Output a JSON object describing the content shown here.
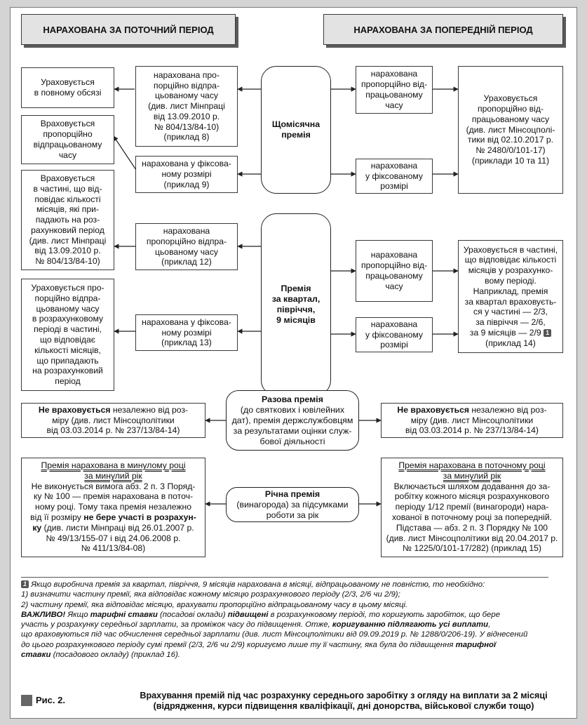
{
  "header": {
    "left": "НАРАХОВАНА ЗА ПОТОЧНИЙ ПЕРІОД",
    "right": "НАРАХОВАНА ЗА ПОПЕРЕДНІЙ ПЕРІОД"
  },
  "monthly": {
    "center": [
      "Щомісячна",
      "премія"
    ],
    "current_proportional": [
      "нарахована про-",
      "порційно відпра-",
      "цьованому часу",
      "(див. лист Мінпраці",
      "від 13.09.2010 р.",
      "№ 804/13/84-10)",
      "(приклад 8)"
    ],
    "current_fixed": [
      "нарахована у фіксова-",
      "ному розмірі",
      "(приклад 9)"
    ],
    "result_full": [
      "Ураховується",
      "в повному обсязі"
    ],
    "result_proportional": [
      "Враховується",
      "пропорційно",
      "відпрацьованому",
      "часу"
    ],
    "prev_proportional": [
      "нарахована",
      "пропорційно від-",
      "працьованому",
      "часу"
    ],
    "prev_fixed": [
      "нарахована",
      "у фіксованому",
      "розмірі"
    ],
    "prev_result": [
      "Ураховується",
      "пропорційно від-",
      "працьованому часу",
      "(див. лист Мінсоцполі-",
      "тики від 02.10.2017 р.",
      "№ 2480/0/101-17)",
      "(приклади 10 та 11)"
    ]
  },
  "quarter": {
    "center": [
      "Премія",
      "за квартал,",
      "півріччя,",
      "9 місяців"
    ],
    "current_proportional": [
      "нарахована",
      "пропорційно відпра-",
      "цьованому часу",
      "(приклад 12)"
    ],
    "current_fixed": [
      "нарахована у фіксова-",
      "ному розмірі",
      "(приклад 13)"
    ],
    "result_part": [
      "Враховується",
      "в частині, що від-",
      "повідає кількості",
      "місяців, які при-",
      "падають на роз-",
      "рахунковий період",
      "(див. лист Мінпраці",
      "від 13.09.2010 р.",
      "№ 804/13/84-10)"
    ],
    "result_proportional": [
      "Ураховується про-",
      "порційно відпра-",
      "цьованому часу",
      "в розрахунковому",
      "періоді в частині,",
      "що відповідає",
      "кількості місяців,",
      "що припадають",
      "на розрахунковий",
      "період"
    ],
    "prev_proportional": [
      "нарахована",
      "пропорційно від-",
      "працьованому",
      "часу"
    ],
    "prev_fixed": [
      "нарахована",
      "у фіксованому",
      "розмірі"
    ],
    "prev_result": [
      "Ураховується в частині,",
      "що відповідає кількості",
      "місяців у розрахунко-",
      "вому періоді.",
      "Наприклад, премія",
      "за квартал враховуєть-",
      "ся у частині — 2/3,",
      "за півріччя — 2/6,",
      "за 9 місяців — 2/9"
    ],
    "prev_result_badge": "1",
    "prev_result_example": "(приклад 14)"
  },
  "one_time": {
    "center_title": "Разова премія",
    "center_lines": [
      "(до святкових і ювілейних",
      "дат), премія держслужбовцям",
      "за результатами оцінки служ-",
      "бової діяльності"
    ],
    "side_bold": "Не враховується",
    "side_rest_1": " незалежно від роз-",
    "side_lines": [
      "міру (див. лист Мінсоцполітики",
      "від 03.03.2014 р. № 237/13/84-14)"
    ]
  },
  "annual": {
    "center_title": "Річна премія",
    "center_lines": [
      "(винагорода) за підсумками",
      "роботи за рік"
    ],
    "left_title": [
      "Премія нарахована в минулому році",
      "за минулий рік"
    ],
    "left_lines": [
      "Не виконується вимога абз. 2 п. 3 Поряд-",
      "ку № 100 — премія нарахована в поточ-",
      "ному році. Тому така премія незалежно"
    ],
    "left_pre_bold": "від її розміру ",
    "left_bold": "не бере участі в розрахун-",
    "left_bold2": "ку",
    "left_after_bold": " (див. листи Мінпраці від 26.01.2007 р.",
    "left_tail": [
      "№ 49/13/155-07 і від 24.06.2008 р.",
      "№ 411/13/84-08)"
    ],
    "right_title": [
      "Премія нарахована в поточному році",
      "за минулий рік"
    ],
    "right_lines": [
      "Включається шляхом додавання до за-",
      "робітку кожного місяця розрахункового",
      "періоду 1/12 премії (винагороди) нара-",
      "хованої в поточному році за попередній.",
      "Підстава — абз. 2 п. 3 Порядку № 100",
      "(див. лист Мінсоцполітики від 20.04.2017 р.",
      "№ 1225/0/101-17/282) (приклад 15)"
    ]
  },
  "notes": {
    "badge": "1",
    "n1": "Якщо виробнича премія за квартал, півріччя, 9 місяців нарахована в місяці, відпрацьованому не повністю, то необхідно:",
    "n2": "1) визначити частину премії, яка відповідає кожному місяцю розрахункового періоду (2/3, 2/6 чи 2/9);",
    "n3": "2) частину премії, яка відповідає місяцю, врахувати пропорційно відпрацьованому часу в цьому місяці.",
    "important": "ВАЖЛИВО!",
    "i1": " Якщо ",
    "i_b1": "тарифні ставки",
    "i2": " (посадові оклади) ",
    "i_b2": "підвищені",
    "i3": " в розрахунковому періоді, то коригують заробіток, що бере",
    "i4": "участь у розрахунку середньої зарплати, за проміжок часу до підвищення. Отже, ",
    "i_b3": "коригуванню підлягають усі виплати",
    "i5": ",",
    "i6": "що враховуються під час обчислення середньої зарплати (див. лист Мінсоцполітики від 09.09.2019 р. № 1288/0/206-19). У віднесений",
    "i7": "до цього розрахункового періоду сумі премії (2/3, 2/6 чи 2/9) коригуємо лише ту її частину, яка була до підвищення ",
    "i_b4": "тарифної",
    "i_b5": "ставки",
    "i8": " (посадового окладу) (приклад 16)."
  },
  "figure": {
    "label": "Рис. 2.",
    "caption": [
      "Врахування премій під час розрахунку середнього заробітку з огляду на виплати за 2 місяці",
      "(відрядження, курси підвищення кваліфікації, дні донорства, військової служби тощо)"
    ]
  },
  "colors": {
    "page": "#ffffff",
    "background": "#d4d4d4",
    "header": "#e3e3e3",
    "line": "#222222",
    "shadow": "#5a5a5a"
  }
}
